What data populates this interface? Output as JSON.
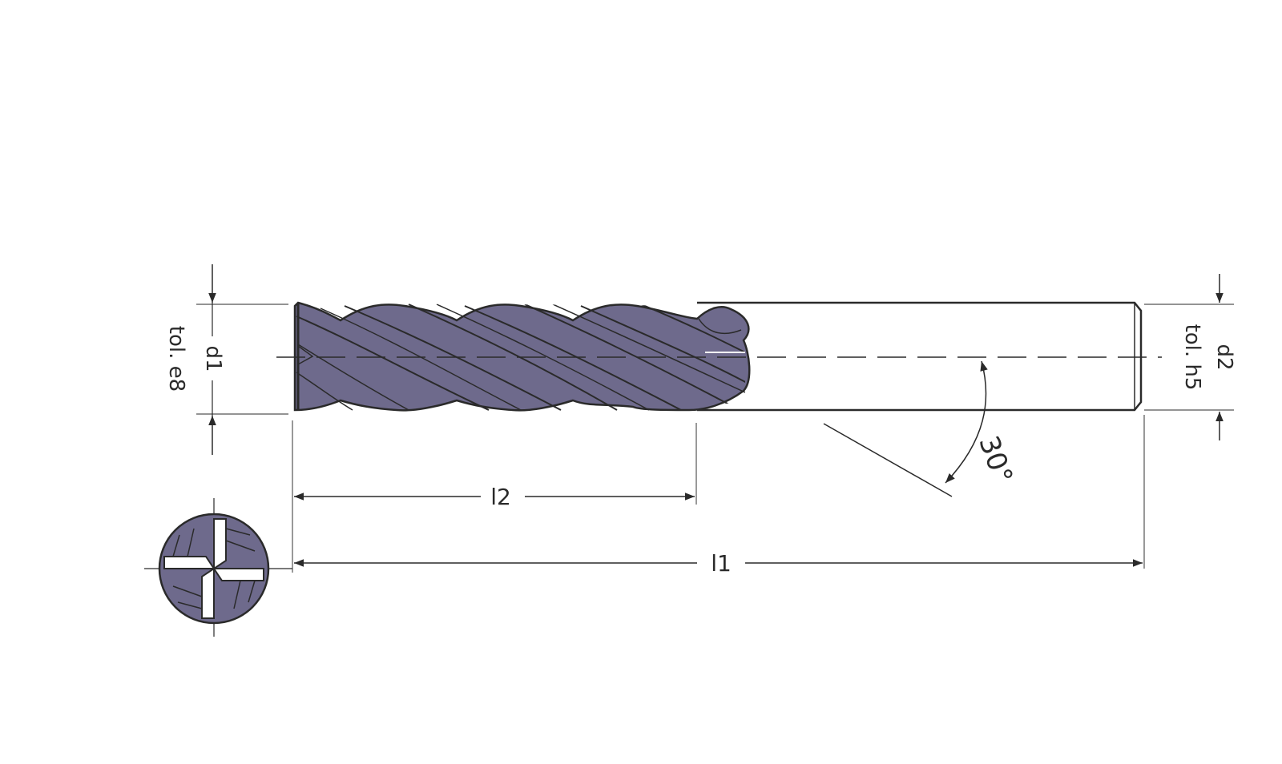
{
  "drawing": {
    "labels": {
      "d1": "d1",
      "d1_tolerance": "tol. e8",
      "d2": "d2",
      "d2_tolerance": "tol. h5",
      "l1": "l1",
      "l2": "l2",
      "angle": "30°"
    },
    "colors": {
      "flute_fill": "#6e6a8c",
      "flute_dark": "#3a3850",
      "line": "#2a2a2a",
      "shank_fill": "#ffffff"
    },
    "helix_angle_deg": 30,
    "flute_count": 4
  }
}
